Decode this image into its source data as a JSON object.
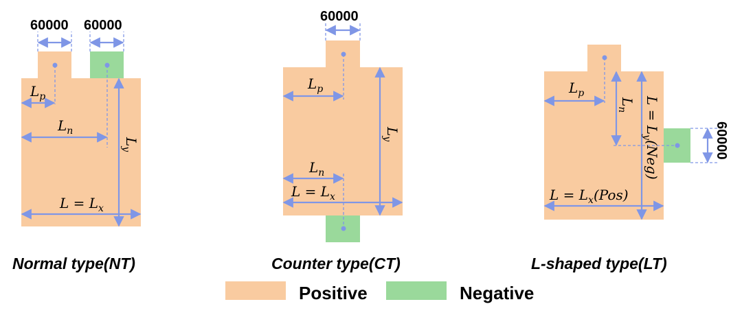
{
  "colors": {
    "positive": "#f9cba0",
    "negative": "#9ad99b",
    "dimension": "#7f96e6",
    "text": "#000000"
  },
  "dimension_value": "60000",
  "nt": {
    "caption": "Normal type(NT)",
    "tab_width_pos": "60000",
    "tab_width_neg": "60000",
    "lp_main": "L",
    "lp_sub": "p",
    "ln_main": "L",
    "ln_sub": "n",
    "ly_main": "L",
    "ly_sub": "y",
    "l_main": "L = L",
    "l_sub": "x"
  },
  "ct": {
    "caption": "Counter type(CT)",
    "tab_width": "60000",
    "lp_main": "L",
    "lp_sub": "p",
    "ln_main": "L",
    "ln_sub": "n",
    "ly_main": "L",
    "ly_sub": "y",
    "l_main": "L = L",
    "l_sub": "x"
  },
  "lt": {
    "caption": "L-shaped type(LT)",
    "tab_width": "60000",
    "lp_main": "L",
    "lp_sub": "p",
    "ln_main": "L",
    "ln_sub": "n",
    "lpos_main": "L = L",
    "lpos_sub": "x",
    "lpos_tail": "(Pos)",
    "lneg_main": "L = L",
    "lneg_sub": "y",
    "lneg_tail": "(Neg)"
  },
  "legend": {
    "positive": "Positive",
    "negative": "Negative"
  }
}
